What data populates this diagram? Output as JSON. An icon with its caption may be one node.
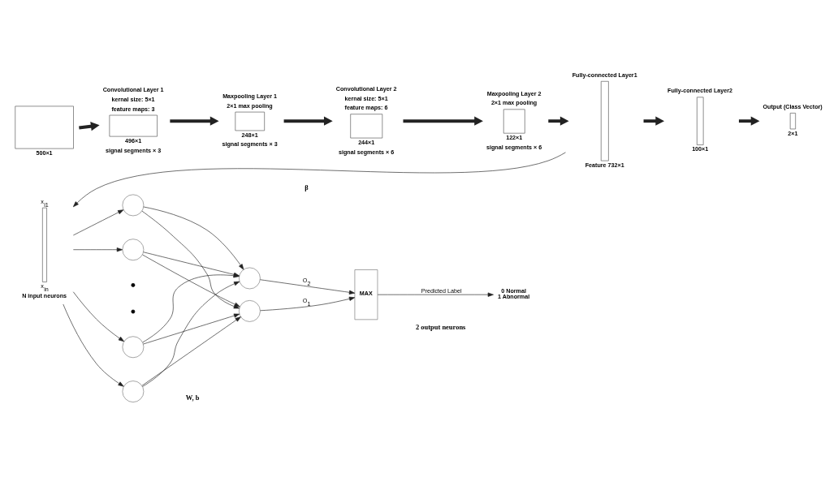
{
  "diagram": {
    "nodes": [
      {
        "text": [],
        "shape": "box",
        "beside": [
          "500×1"
        ]
      },
      {
        "text": [
          "Convolutional Layer 1",
          "kernal size: 5×1",
          "feature maps: 3"
        ],
        "beside": [
          "496×1",
          "signal segments × 3"
        ]
      },
      {
        "text": [
          "Maxpooling Layer 1",
          "2×1 max pooling"
        ],
        "beside": [
          "248×1",
          "signal segments × 3"
        ]
      },
      {
        "text": [
          "Convolutional Layer 2",
          "kernal size: 5×1",
          "feature maps: 6"
        ],
        "beside": [
          "244×1",
          "signal segments × 6"
        ]
      },
      {
        "text": [
          "Maxpooling Layer 2",
          "2×1 max pooling"
        ],
        "beside": [
          "122×1",
          "signal segments × 6"
        ]
      },
      {
        "text": [
          "Fully-connected Layer1"
        ],
        "beside": [
          "Feature 732×1"
        ]
      },
      {
        "text": [
          "Fully-connected Layer2"
        ],
        "beside": [
          "100×1"
        ]
      },
      {
        "text": [
          "Output (Class Vector)"
        ],
        "beside": [
          "2×1"
        ]
      },
      {
        "text": [],
        "shape": "bar",
        "beside": [
          "x$_{i1}$",
          "x$_{in}$",
          "N input neurons"
        ]
      },
      {
        "text": [],
        "shape": "circle"
      },
      {
        "text": [],
        "shape": "circle"
      },
      {
        "text": [],
        "shape": "circle"
      },
      {
        "text": [],
        "shape": "circle"
      },
      {
        "text": [],
        "shape": "circle"
      },
      {
        "text": [],
        "shape": "circle"
      },
      {
        "text": [
          "MAX"
        ]
      },
      {
        "text": [
          "0 Normal",
          "1 Abnormal"
        ]
      }
    ],
    "edges": [
      {
        "from": 0,
        "to": 1,
        "arrow": "to",
        "style": "thick"
      },
      {
        "from": 1,
        "to": 2,
        "arrow": "to",
        "style": "thick"
      },
      {
        "from": 2,
        "to": 3,
        "arrow": "to",
        "style": "thick"
      },
      {
        "from": 3,
        "to": 4,
        "arrow": "to",
        "style": "thick"
      },
      {
        "from": 4,
        "to": 5,
        "arrow": "to",
        "style": "thick"
      },
      {
        "from": 5,
        "to": 6,
        "arrow": "to",
        "style": "thick"
      },
      {
        "from": 6,
        "to": 7,
        "arrow": "to",
        "style": "thick"
      },
      {
        "from": 5,
        "to": 8,
        "arrow": "to"
      },
      {
        "from": 8,
        "to": 9,
        "arrow": "to"
      },
      {
        "from": 8,
        "to": 10,
        "arrow": "to"
      },
      {
        "from": 8,
        "to": 11,
        "arrow": "to"
      },
      {
        "from": 8,
        "to": 12,
        "arrow": "to"
      },
      {
        "from": 9,
        "to": 13,
        "arrow": "to"
      },
      {
        "from": 9,
        "to": 14,
        "arrow": "to"
      },
      {
        "from": 10,
        "to": 13,
        "arrow": "to"
      },
      {
        "from": 10,
        "to": 14,
        "arrow": "to"
      },
      {
        "from": 11,
        "to": 13,
        "arrow": "to"
      },
      {
        "from": 11,
        "to": 14,
        "arrow": "to"
      },
      {
        "from": 12,
        "to": 13,
        "arrow": "to"
      },
      {
        "from": 12,
        "to": 14,
        "arrow": "to"
      },
      {
        "from": 13,
        "to": 15,
        "arrow": "to",
        "label": "O$_{1}$"
      },
      {
        "from": 14,
        "to": 15,
        "arrow": "to",
        "label": "O$_{2}$"
      },
      {
        "from": 15,
        "to": 16,
        "arrow": "to",
        "label": "Predicted Label"
      }
    ],
    "labels": [
      "W, b",
      "β",
      "2 output neurons"
    ]
  }
}
